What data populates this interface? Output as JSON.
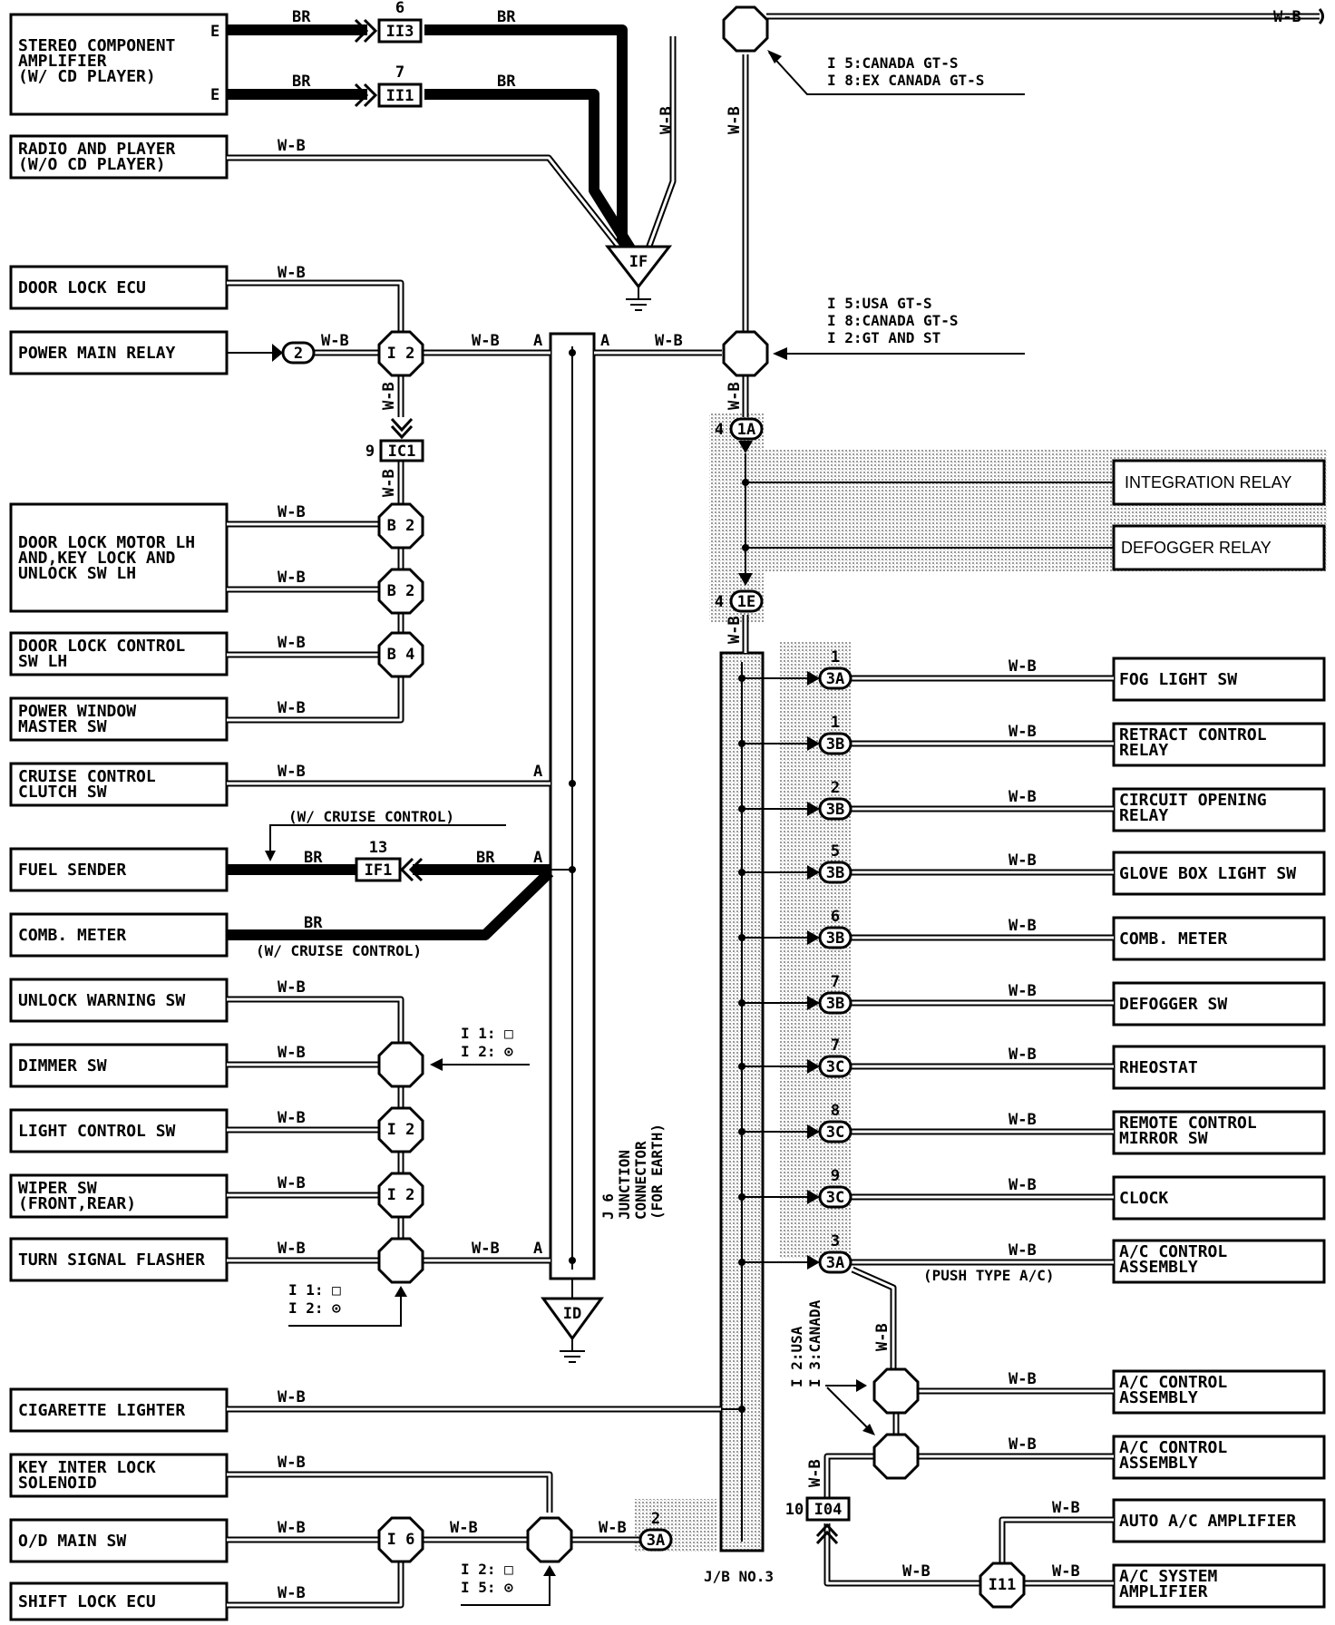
{
  "wire": {
    "wb": "W-B",
    "br": "BR"
  },
  "left_components": [
    {
      "name": "stereo-component-amplifier",
      "lines": [
        "STEREO COMPONENT",
        "AMPLIFIER",
        "(W/ CD PLAYER)"
      ]
    },
    {
      "name": "radio-and-player",
      "lines": [
        "RADIO AND PLAYER",
        "(W/O CD PLAYER)"
      ]
    },
    {
      "name": "door-lock-ecu",
      "lines": [
        "DOOR LOCK ECU"
      ]
    },
    {
      "name": "power-main-relay",
      "lines": [
        "POWER MAIN RELAY"
      ]
    },
    {
      "name": "door-lock-motor-lh",
      "lines": [
        "DOOR LOCK MOTOR LH",
        "AND,KEY LOCK AND",
        "UNLOCK SW LH"
      ]
    },
    {
      "name": "door-lock-control-sw-lh",
      "lines": [
        "DOOR LOCK CONTROL",
        "SW LH"
      ]
    },
    {
      "name": "power-window-master-sw",
      "lines": [
        "POWER WINDOW",
        "MASTER SW"
      ]
    },
    {
      "name": "cruise-control-clutch-sw",
      "lines": [
        "CRUISE CONTROL",
        "CLUTCH SW"
      ]
    },
    {
      "name": "fuel-sender",
      "lines": [
        "FUEL SENDER"
      ]
    },
    {
      "name": "comb-meter-left",
      "lines": [
        "COMB. METER"
      ]
    },
    {
      "name": "unlock-warning-sw",
      "lines": [
        "UNLOCK WARNING SW"
      ]
    },
    {
      "name": "dimmer-sw",
      "lines": [
        "DIMMER SW"
      ]
    },
    {
      "name": "light-control-sw",
      "lines": [
        "LIGHT CONTROL SW"
      ]
    },
    {
      "name": "wiper-sw",
      "lines": [
        "WIPER SW",
        "(FRONT,REAR)"
      ]
    },
    {
      "name": "turn-signal-flasher",
      "lines": [
        "TURN SIGNAL FLASHER"
      ]
    },
    {
      "name": "cigarette-lighter",
      "lines": [
        "CIGARETTE LIGHTER"
      ]
    },
    {
      "name": "key-inter-lock-solenoid",
      "lines": [
        "KEY INTER LOCK",
        "SOLENOID"
      ]
    },
    {
      "name": "od-main-sw",
      "lines": [
        "O/D MAIN SW"
      ]
    },
    {
      "name": "shift-lock-ecu",
      "lines": [
        "SHIFT LOCK ECU"
      ]
    }
  ],
  "right_components": [
    {
      "name": "integration-relay",
      "lines": [
        "INTEGRATION RELAY"
      ]
    },
    {
      "name": "defogger-relay",
      "lines": [
        "DEFOGGER RELAY"
      ]
    },
    {
      "name": "fog-light-sw",
      "lines": [
        "FOG LIGHT SW"
      ]
    },
    {
      "name": "retract-control-relay",
      "lines": [
        "RETRACT CONTROL",
        "RELAY"
      ]
    },
    {
      "name": "circuit-opening-relay",
      "lines": [
        "CIRCUIT OPENING",
        "RELAY"
      ]
    },
    {
      "name": "glove-box-light-sw",
      "lines": [
        "GLOVE BOX LIGHT SW"
      ]
    },
    {
      "name": "comb-meter-right",
      "lines": [
        "COMB. METER"
      ]
    },
    {
      "name": "defogger-sw",
      "lines": [
        "DEFOGGER SW"
      ]
    },
    {
      "name": "rheostat",
      "lines": [
        "RHEOSTAT"
      ]
    },
    {
      "name": "remote-control-mirror-sw",
      "lines": [
        "REMOTE CONTROL",
        "MIRROR SW"
      ]
    },
    {
      "name": "clock",
      "lines": [
        "CLOCK"
      ]
    },
    {
      "name": "ac-control-assembly-1",
      "lines": [
        "A/C CONTROL",
        "ASSEMBLY"
      ]
    },
    {
      "name": "ac-control-assembly-2",
      "lines": [
        "A/C CONTROL",
        "ASSEMBLY"
      ]
    },
    {
      "name": "ac-control-assembly-3",
      "lines": [
        "A/C CONTROL",
        "ASSEMBLY"
      ]
    },
    {
      "name": "auto-ac-amplifier",
      "lines": [
        "AUTO A/C AMPLIFIER"
      ]
    },
    {
      "name": "ac-system-amplifier",
      "lines": [
        "A/C SYSTEM",
        "AMPLIFIER"
      ]
    }
  ],
  "connectors": {
    "ii3": {
      "pin": "6",
      "id": "II3"
    },
    "ii1": {
      "pin": "7",
      "id": "II1"
    },
    "ic1": {
      "pin": "9",
      "id": "IC1"
    },
    "if1": {
      "pin": "13",
      "id": "IF1"
    },
    "i04": {
      "pin": "10",
      "id": "I04"
    },
    "power_relay_pin": "2"
  },
  "terminals": {
    "e": "E",
    "a": "A"
  },
  "grounds": {
    "if": "IF",
    "id": "ID"
  },
  "splices": {
    "i2a": "I 2",
    "b2a": "B 2",
    "b2b": "B 2",
    "b4": "B 4",
    "i2b": "I 2",
    "i2c": "I 2",
    "i6": "I 6",
    "i11": "I11"
  },
  "jb_pins": [
    {
      "pin": "4",
      "id": "1A"
    },
    {
      "pin": "4",
      "id": "1E"
    },
    {
      "pin": "1",
      "id": "3A"
    },
    {
      "pin": "1",
      "id": "3B"
    },
    {
      "pin": "2",
      "id": "3B"
    },
    {
      "pin": "5",
      "id": "3B"
    },
    {
      "pin": "6",
      "id": "3B"
    },
    {
      "pin": "7",
      "id": "3B"
    },
    {
      "pin": "7",
      "id": "3C"
    },
    {
      "pin": "8",
      "id": "3C"
    },
    {
      "pin": "9",
      "id": "3C"
    },
    {
      "pin": "3",
      "id": "3A"
    },
    {
      "pin": "2",
      "id": "3A"
    }
  ],
  "notes": {
    "top_splice": [
      "I 5:CANADA GT-S",
      "I 8:EX CANADA GT-S"
    ],
    "mid_splice": [
      "I 5:USA GT-S",
      "I 8:CANADA GT-S",
      "I 2:GT AND ST"
    ],
    "cruise_top": "(W/ CRUISE CONTROL)",
    "cruise_bottom": "(W/ CRUISE CONTROL)",
    "dimmer": [
      "I 1: □",
      "I 2: ⊙"
    ],
    "turn": [
      "I 1: □",
      "I 2: ⊙"
    ],
    "od": [
      "I 2: □",
      "I 5: ⊙"
    ],
    "ac_vertical": [
      "I 2:USA",
      "I 3:CANADA"
    ],
    "push_type": "(PUSH TYPE A/C)",
    "junction_connector": [
      "J 6",
      "JUNCTION",
      "CONNECTOR",
      "(FOR EARTH)"
    ],
    "jb_label": "J/B NO.3"
  }
}
